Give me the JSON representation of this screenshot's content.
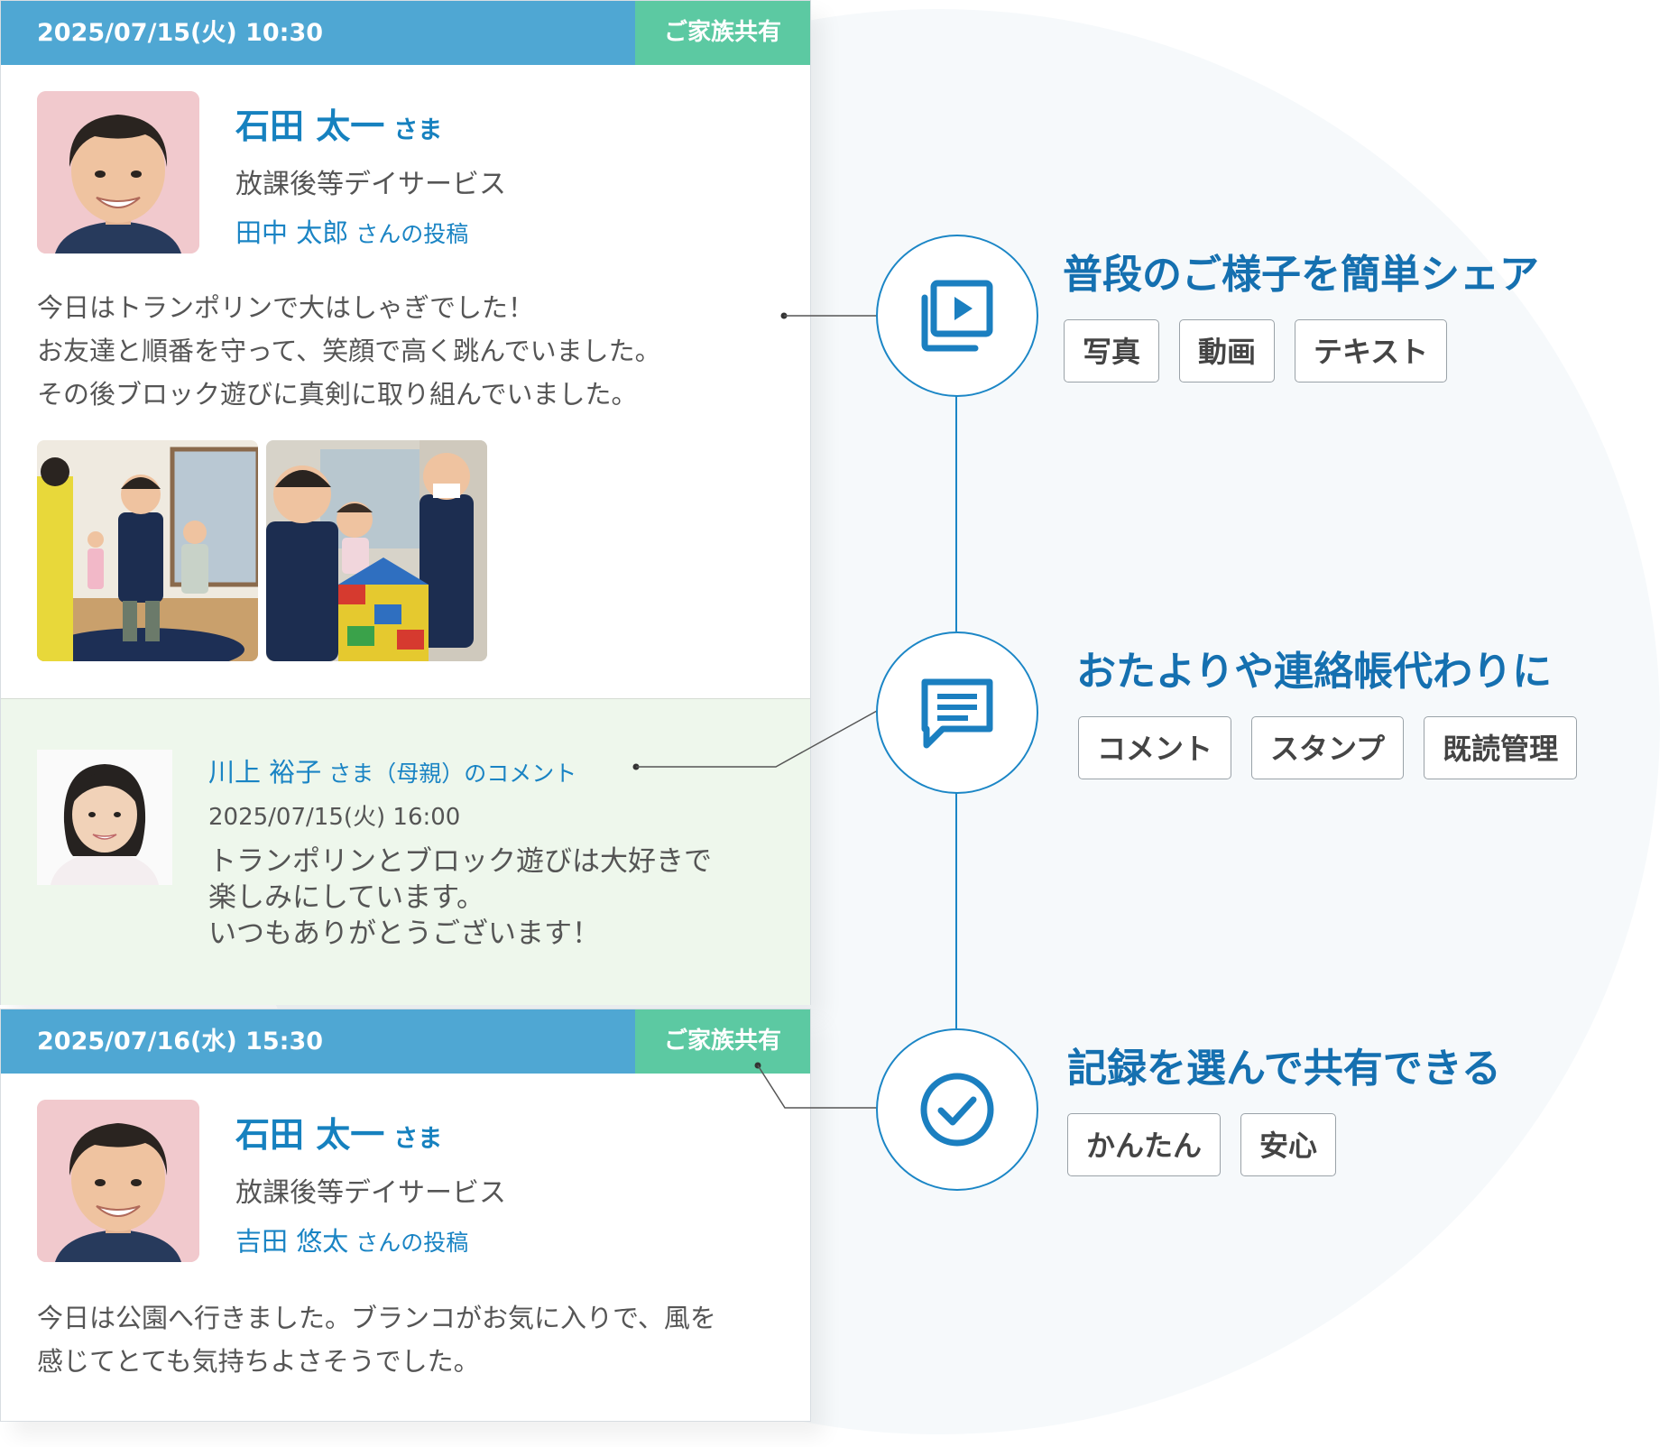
{
  "colors": {
    "header_blue": "#4fa7d3",
    "badge_green": "#5cc9a2",
    "accent_blue": "#1681bf",
    "comment_bg": "#eef7ec"
  },
  "posts": [
    {
      "datetime": "2025/07/15(火) 10:30",
      "badge": "ご家族共有",
      "child_name": "石田 太一",
      "child_honorific": "さま",
      "service": "放課後等デイサービス",
      "author": "田中 太郎",
      "author_suffix": "さんの投稿",
      "text_lines": [
        "今日はトランポリンで大はしゃぎでした！",
        "お友達と順番を守って、笑顔で高く跳んでいました。",
        "その後ブロック遊びに真剣に取り組んでいました。"
      ],
      "comment": {
        "author": "川上 裕子",
        "author_suffix": "さま（母親）のコメント",
        "datetime": "2025/07/15(火) 16:00",
        "text_lines": [
          "トランポリンとブロック遊びは大好きで",
          "楽しみにしています。",
          "いつもありがとうございます！"
        ]
      }
    },
    {
      "datetime": "2025/07/16(水) 15:30",
      "badge": "ご家族共有",
      "child_name": "石田 太一",
      "child_honorific": "さま",
      "service": "放課後等デイサービス",
      "author": "吉田 悠太",
      "author_suffix": "さんの投稿",
      "text_lines": [
        "今日は公園へ行きました。ブランコがお気に入りで、風を",
        "感じてとても気持ちよさそうでした。"
      ]
    }
  ],
  "features": [
    {
      "icon": "video-gallery-icon",
      "title": "普段のご様子を簡単シェア",
      "tags": [
        "写真",
        "動画",
        "テキスト"
      ]
    },
    {
      "icon": "chat-message-icon",
      "title": "おたよりや連絡帳代わりに",
      "tags": [
        "コメント",
        "スタンプ",
        "既読管理"
      ]
    },
    {
      "icon": "check-circle-icon",
      "title": "記録を選んで共有できる",
      "tags": [
        "かんたん",
        "安心"
      ]
    }
  ]
}
